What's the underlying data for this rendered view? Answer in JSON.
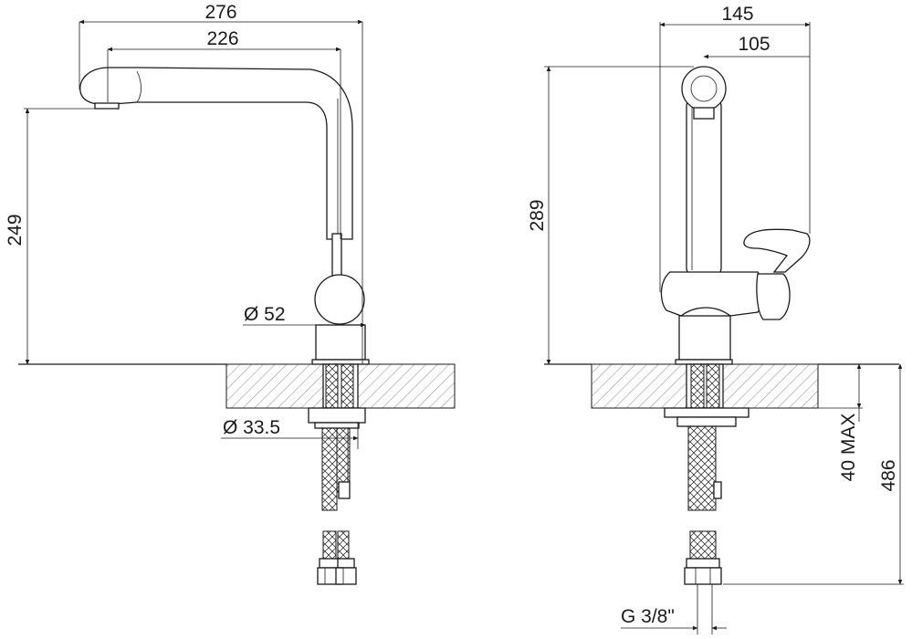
{
  "colors": {
    "ink": "#1a1a1a",
    "background": "#ffffff"
  },
  "dimensions": {
    "spout_reach_total": "276",
    "spout_reach_center": "226",
    "spout_height": "249",
    "body_diameter": "Ø 52",
    "shank_diameter": "Ø 33.5",
    "side_width_total": "145",
    "side_width_center": "105",
    "total_height": "289",
    "max_worktop": "40 MAX",
    "overall_length": "486",
    "connection_thread": "G 3/8\""
  }
}
